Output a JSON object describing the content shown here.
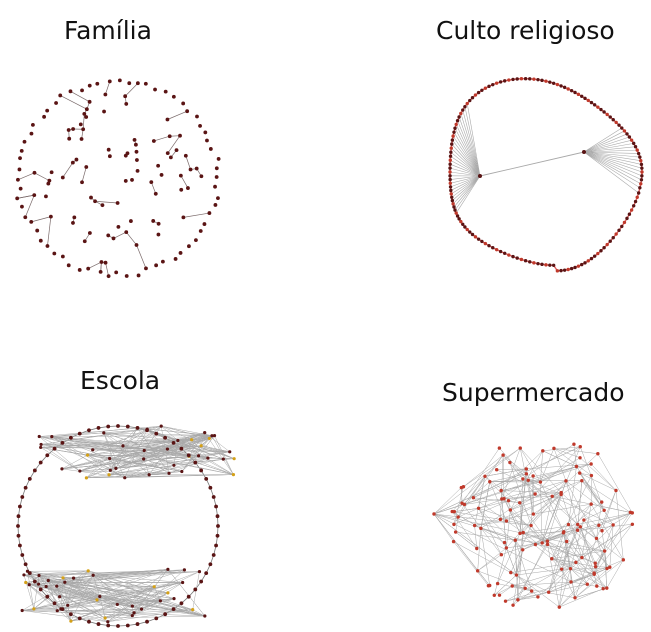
{
  "panels": [
    {
      "key": "familia",
      "title": "Família"
    },
    {
      "key": "culto",
      "title": "Culto religioso"
    },
    {
      "key": "escola",
      "title": "Escola"
    },
    {
      "key": "supermercado",
      "title": "Supermercado"
    }
  ],
  "colors": {
    "node": "#5a1414",
    "node_highlight": "#c0392b",
    "node_yellow": "#d4a017",
    "edge": "#a9a9a9",
    "ring_edge": "#e06060"
  }
}
